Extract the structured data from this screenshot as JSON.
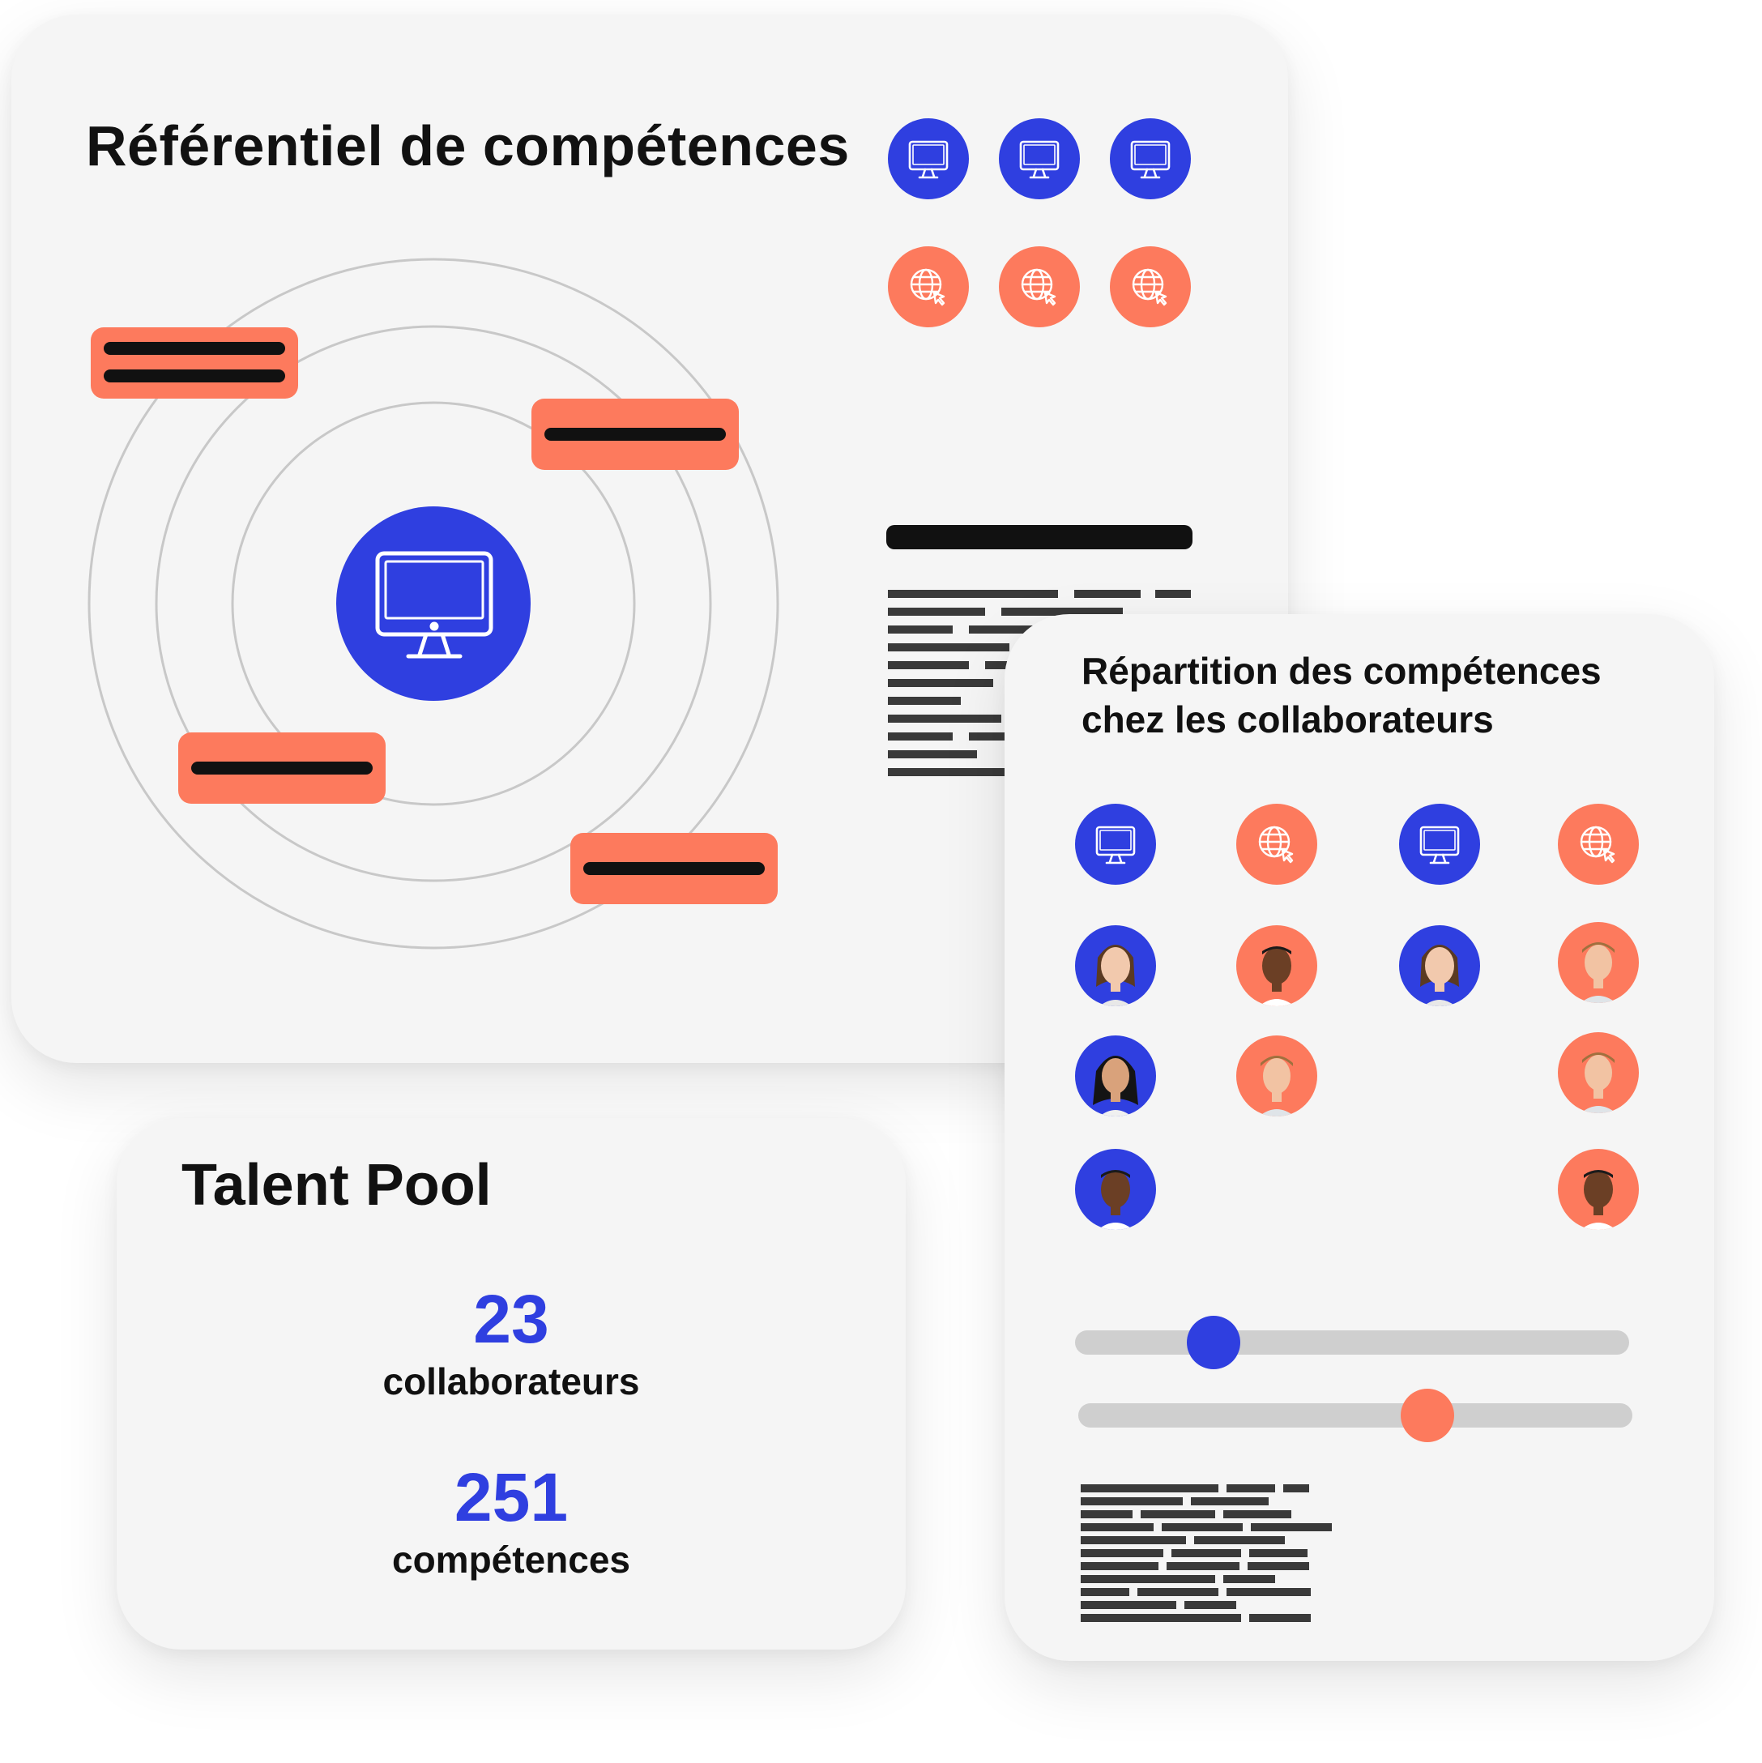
{
  "referentiel": {
    "title": "Référentiel de compétences",
    "skill_icons": [
      "monitor-icon",
      "monitor-icon",
      "monitor-icon",
      "globe-cursor-icon",
      "globe-cursor-icon",
      "globe-cursor-icon"
    ]
  },
  "talent_pool": {
    "title": "Talent Pool",
    "stats": [
      {
        "value": "23",
        "label": "collaborateurs"
      },
      {
        "value": "251",
        "label": "compétences"
      }
    ]
  },
  "repartition": {
    "title_line1": "Répartition des compétences",
    "title_line2": "chez les collaborateurs",
    "column_icons": [
      "monitor-icon",
      "globe-cursor-icon",
      "monitor-icon",
      "globe-cursor-icon"
    ],
    "sliders": [
      {
        "name": "slider-1",
        "level": 0.25
      },
      {
        "name": "slider-2",
        "level": 0.63
      }
    ]
  },
  "colors": {
    "blue": "#2f3fe0",
    "orange": "#fd7a5d",
    "card": "#f5f5f5",
    "text": "#111111"
  }
}
